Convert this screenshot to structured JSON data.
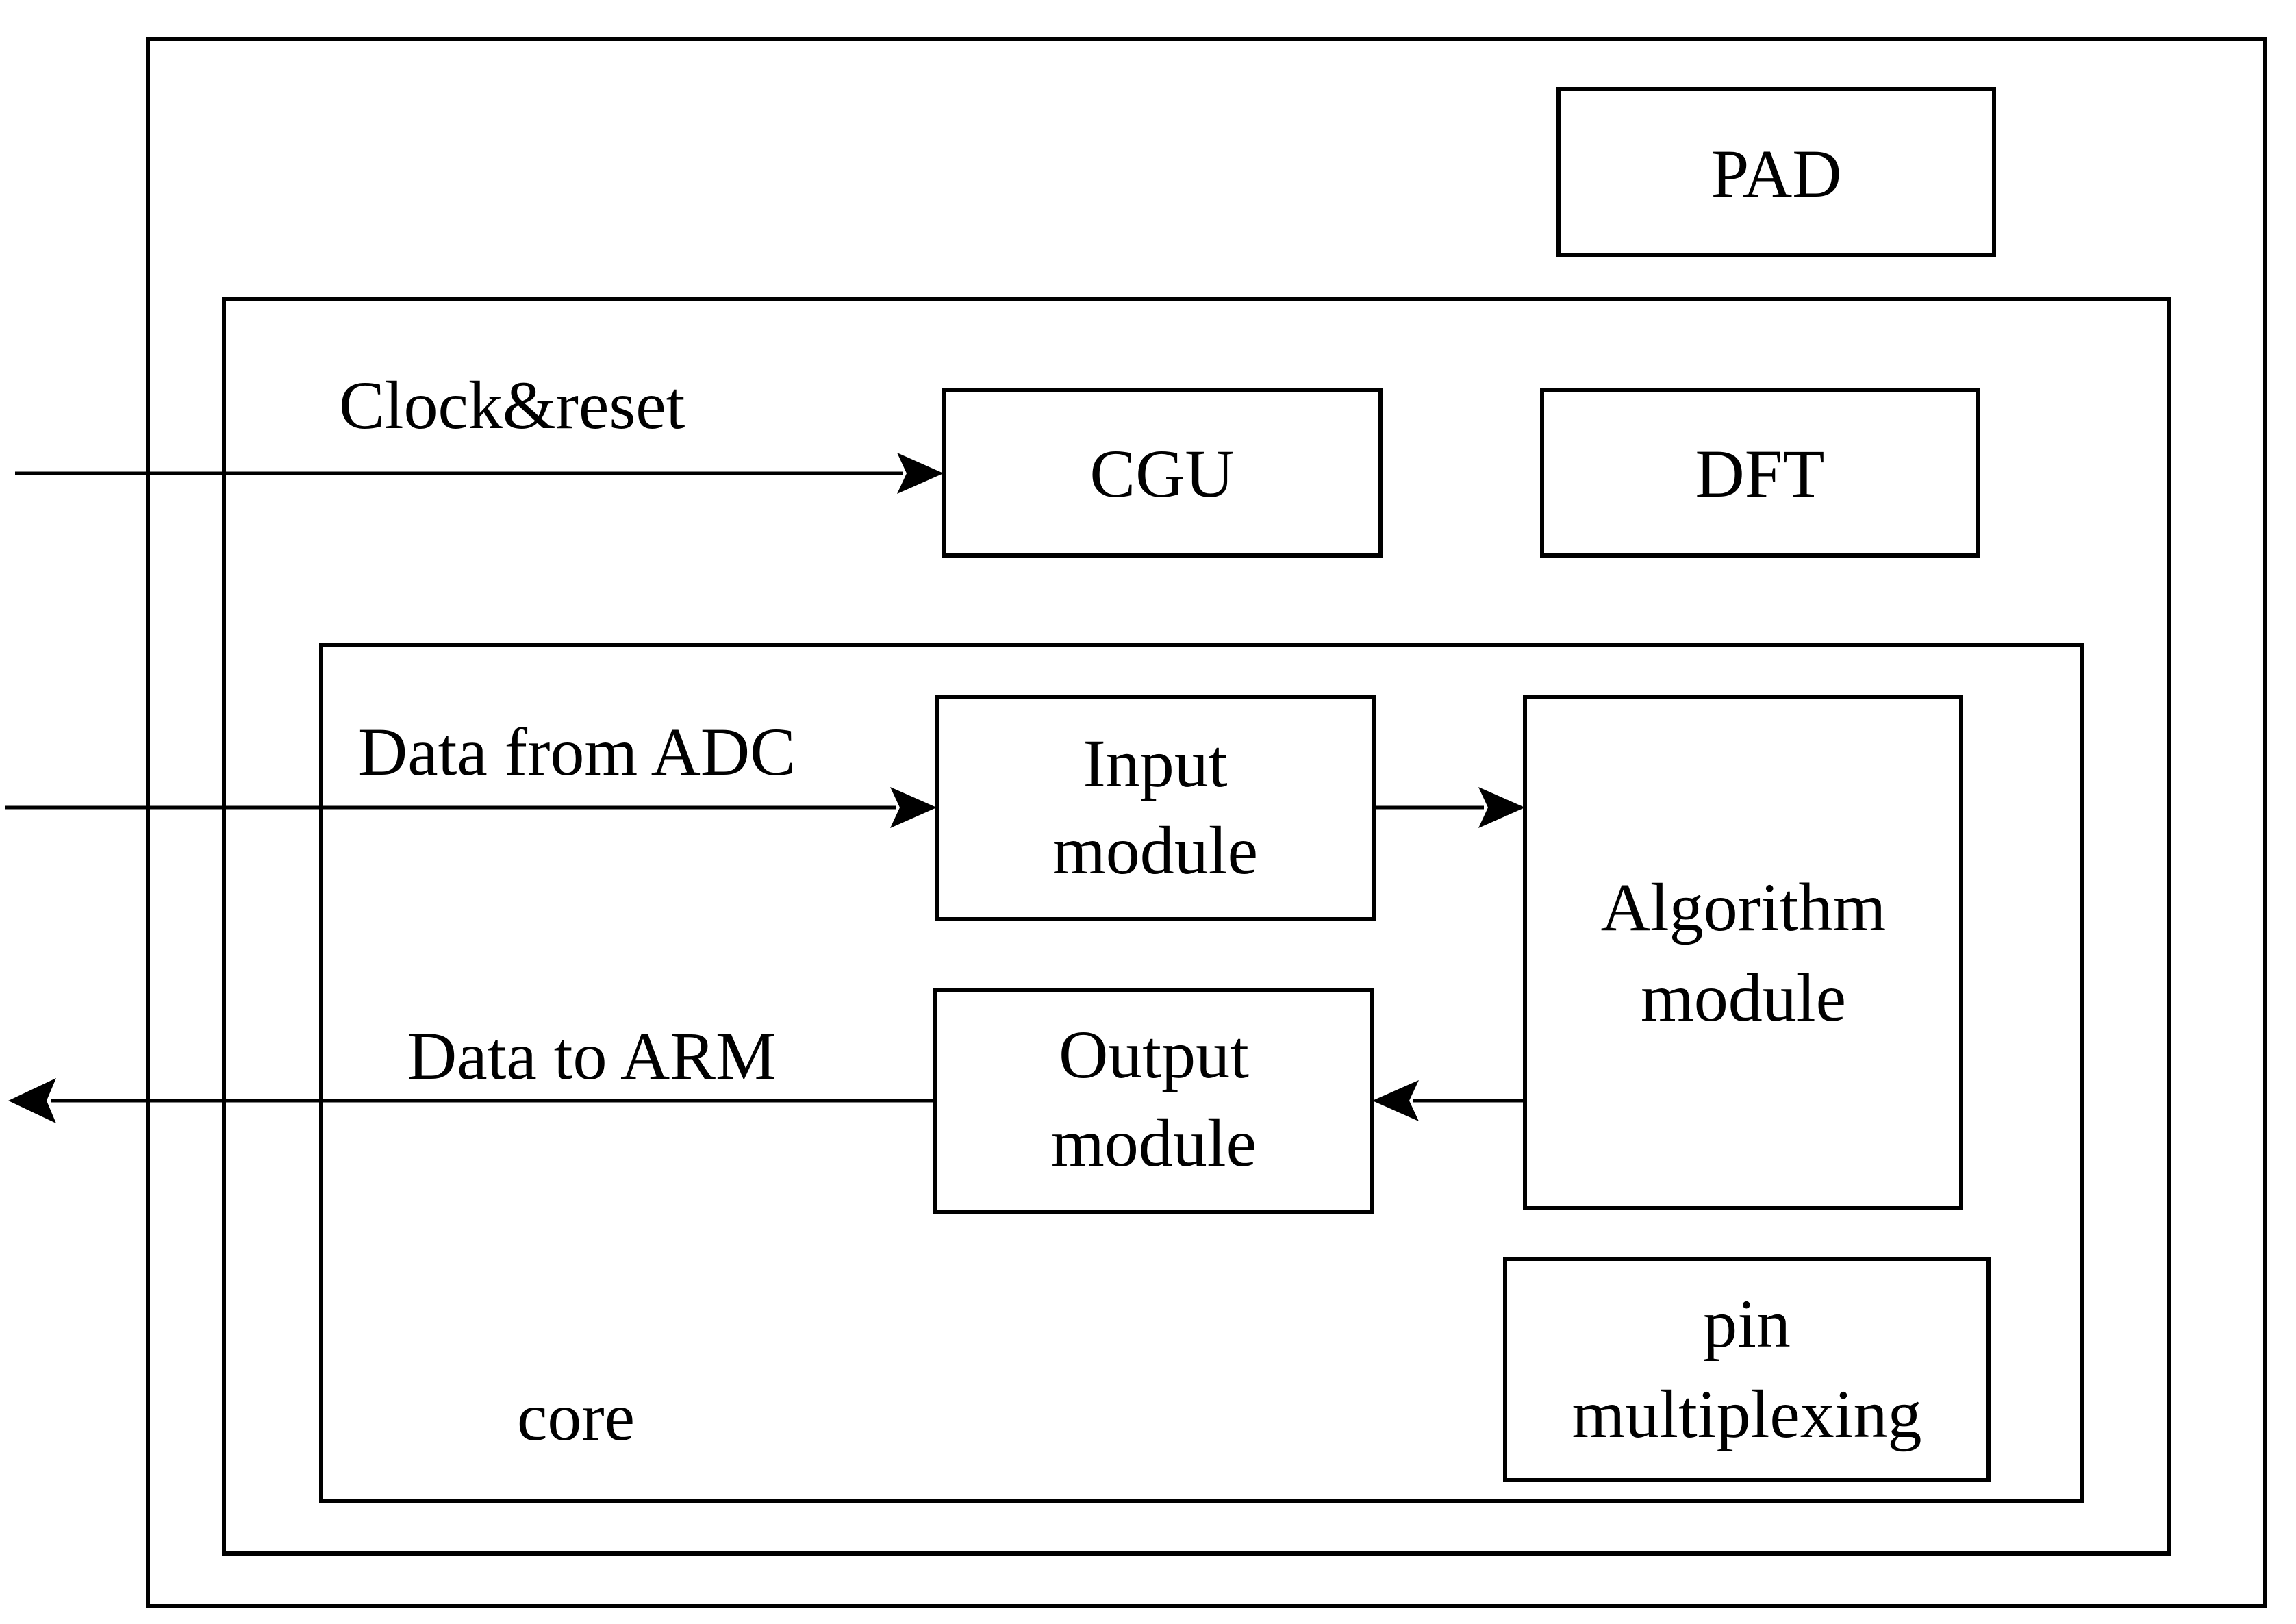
{
  "diagram": {
    "outer_blocks": {
      "pad": "PAD",
      "cgu": "CGU",
      "dft": "DFT"
    },
    "core": {
      "label": "core",
      "input_module": [
        "Input",
        "module"
      ],
      "algorithm_module": [
        "Algorithm",
        "module"
      ],
      "output_module": [
        "Output",
        "module"
      ],
      "pin_multiplexing": [
        "pin",
        "multiplexing"
      ]
    },
    "signals": {
      "clock_reset": "Clock&reset",
      "data_from_adc": "Data from ADC",
      "data_to_arm": "Data to ARM"
    }
  }
}
